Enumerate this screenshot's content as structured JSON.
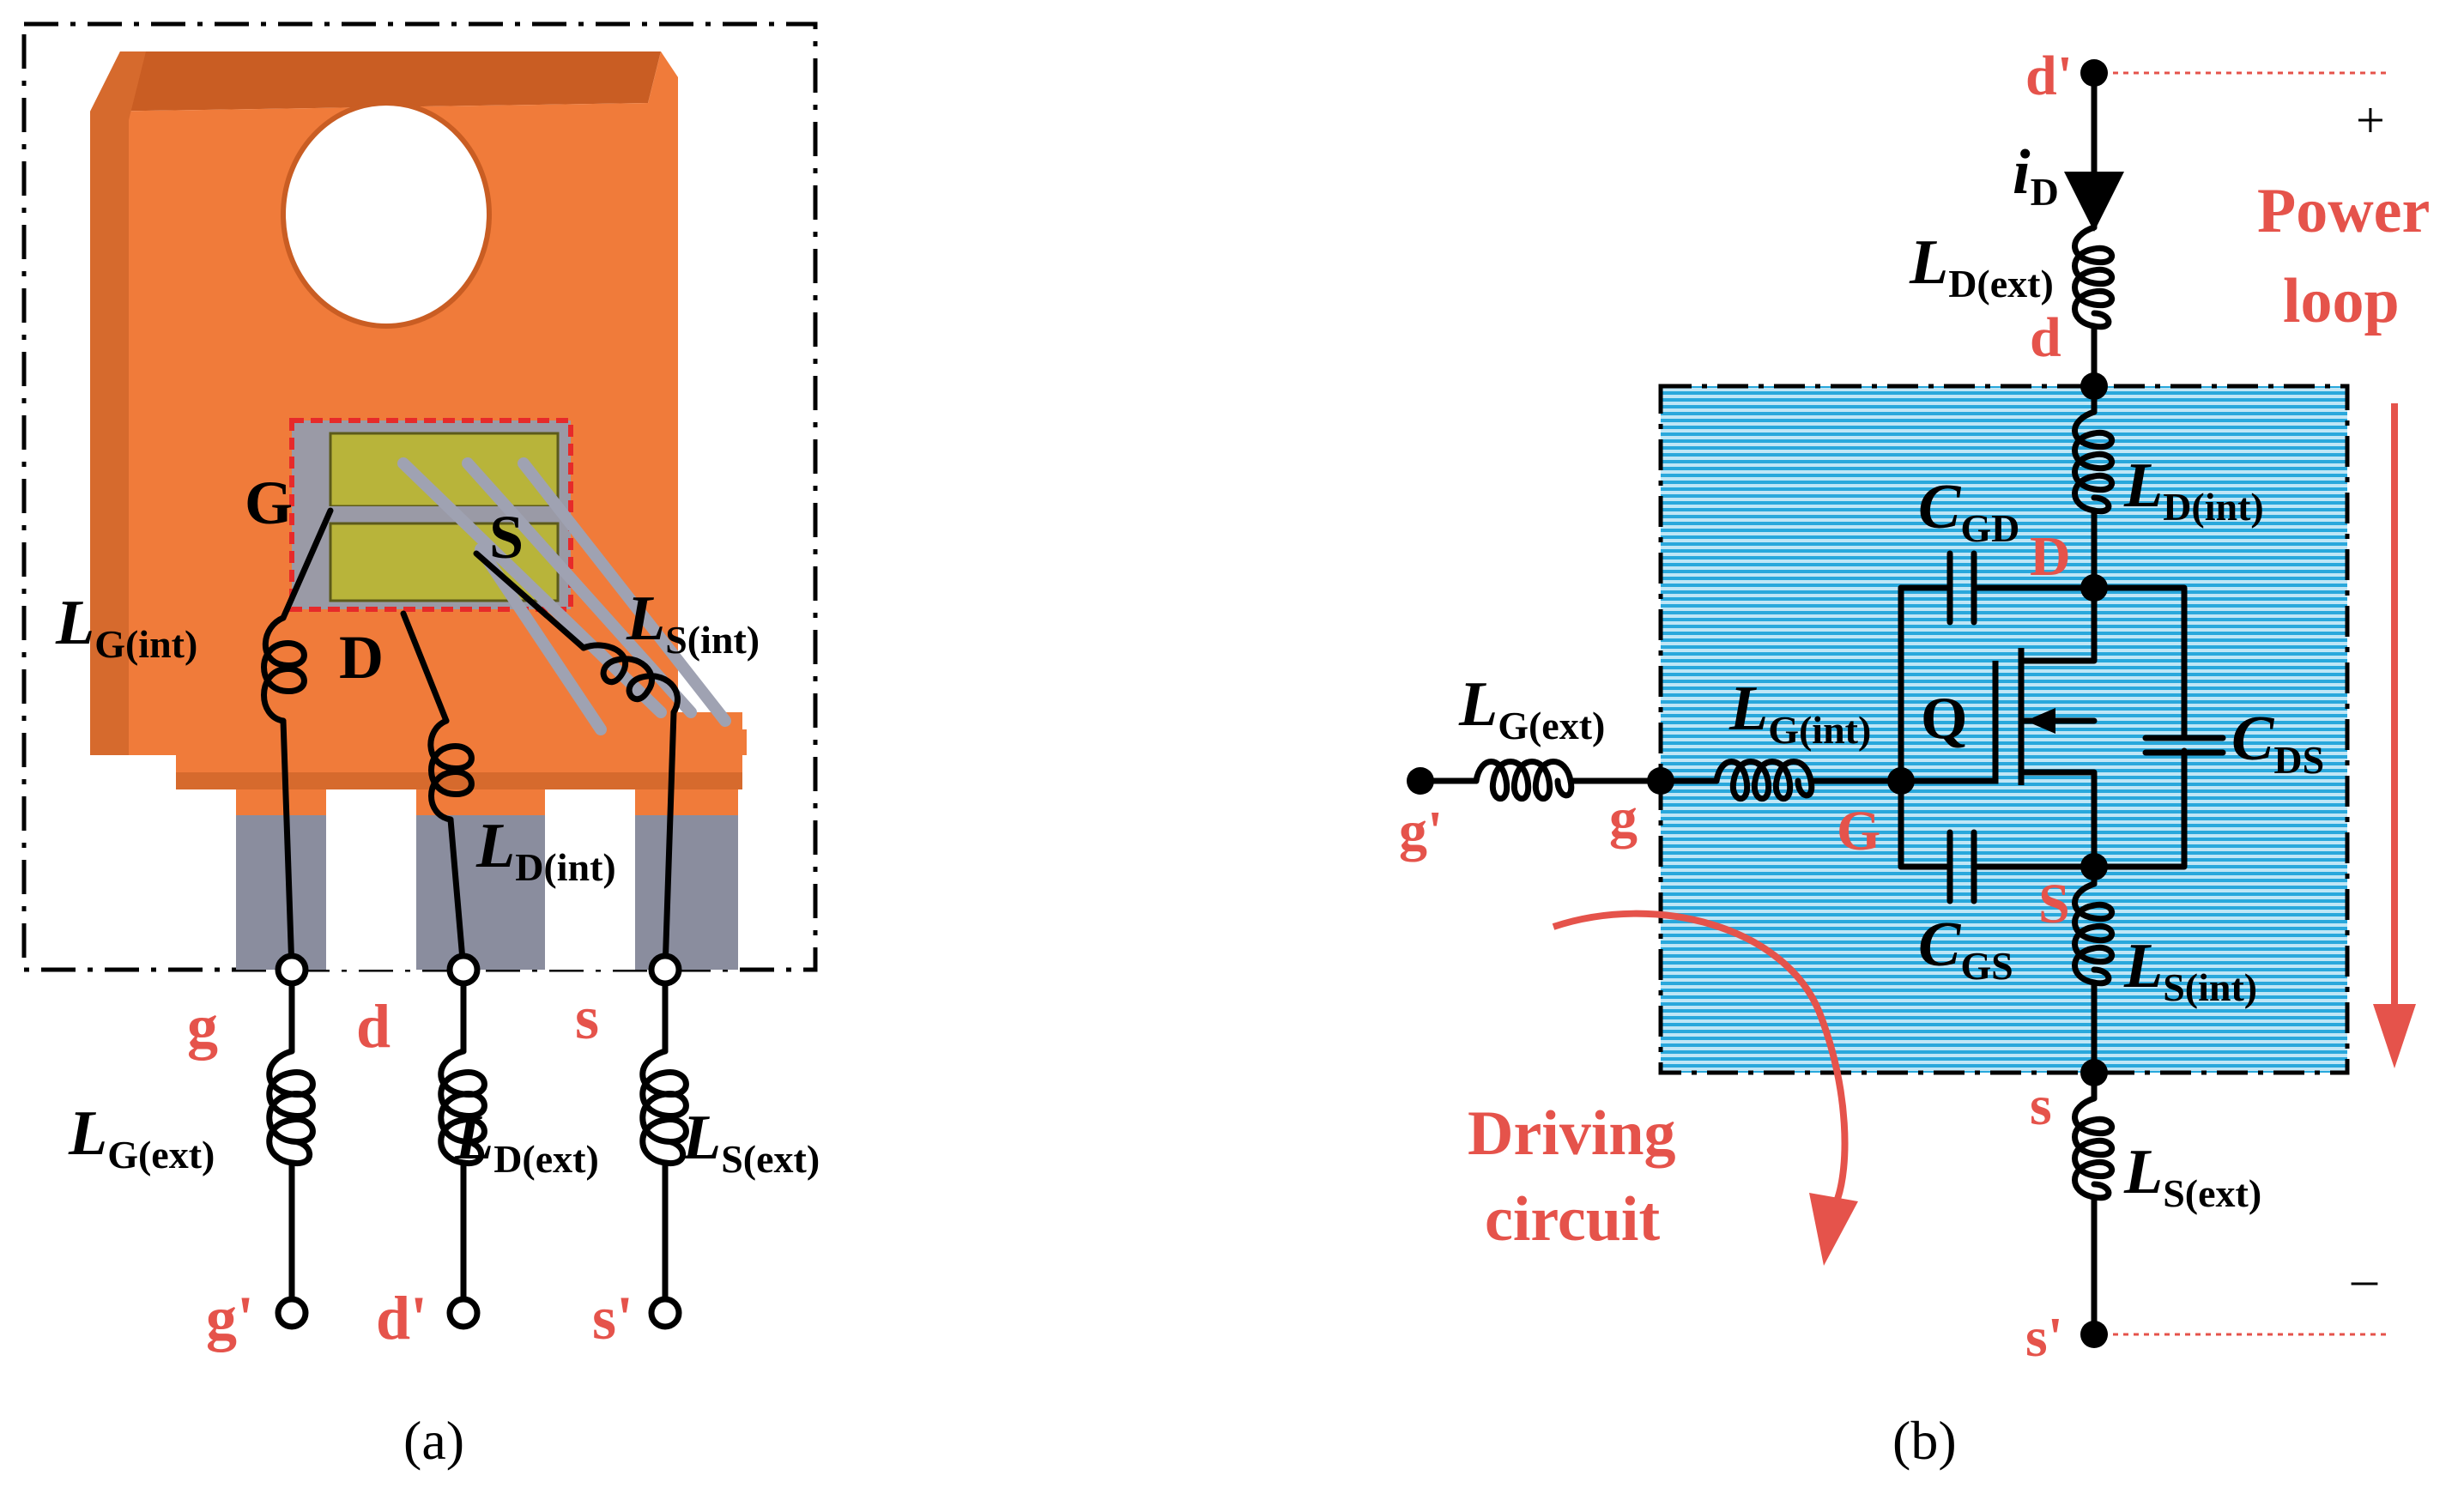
{
  "colors": {
    "accent_red": "#e5534b",
    "package_orange": "#f07b3a",
    "lead_gray": "#8a8d9e",
    "die_olive": "#b8b43a",
    "shade_blue": "#29a8dc"
  },
  "captions": {
    "a": "(a)",
    "b": "(b)"
  },
  "panel_a": {
    "die_pins": {
      "G": "G",
      "S": "S",
      "D": "D"
    },
    "terminals": {
      "g": "g",
      "d": "d",
      "s": "s",
      "g_prime": "g'",
      "d_prime": "d'",
      "s_prime": "s'"
    },
    "inductors": {
      "lg_int": {
        "main": "L",
        "sub": "G(int)"
      },
      "ls_int": {
        "main": "L",
        "sub": "S(int)"
      },
      "ld_int": {
        "main": "L",
        "sub": "D(int)"
      },
      "lg_ext": {
        "main": "L",
        "sub": "G(ext)"
      },
      "ld_ext": {
        "main": "L",
        "sub": "D(ext)"
      },
      "ls_ext": {
        "main": "L",
        "sub": "S(ext)"
      }
    }
  },
  "panel_b": {
    "nodes": {
      "d_prime": "d'",
      "d": "d",
      "D": "D",
      "g_prime": "g'",
      "g": "g",
      "G": "G",
      "S": "S",
      "s": "s",
      "s_prime": "s'"
    },
    "current": {
      "main": "i",
      "sub": "D"
    },
    "transistor": "Q",
    "inductors": {
      "ld_ext": {
        "main": "L",
        "sub": "D(ext)"
      },
      "ld_int": {
        "main": "L",
        "sub": "D(int)"
      },
      "lg_ext": {
        "main": "L",
        "sub": "G(ext)"
      },
      "lg_int": {
        "main": "L",
        "sub": "G(int)"
      },
      "ls_int": {
        "main": "L",
        "sub": "S(int)"
      },
      "ls_ext": {
        "main": "L",
        "sub": "S(ext)"
      }
    },
    "capacitors": {
      "cgd": {
        "main": "C",
        "sub": "GD"
      },
      "cds": {
        "main": "C",
        "sub": "DS"
      },
      "cgs": {
        "main": "C",
        "sub": "GS"
      }
    },
    "polarity": {
      "plus": "+",
      "minus": "–"
    },
    "power_loop": {
      "line1": "Power",
      "line2": "loop"
    },
    "driving_circuit": {
      "line1": "Driving",
      "line2": "circuit"
    }
  }
}
